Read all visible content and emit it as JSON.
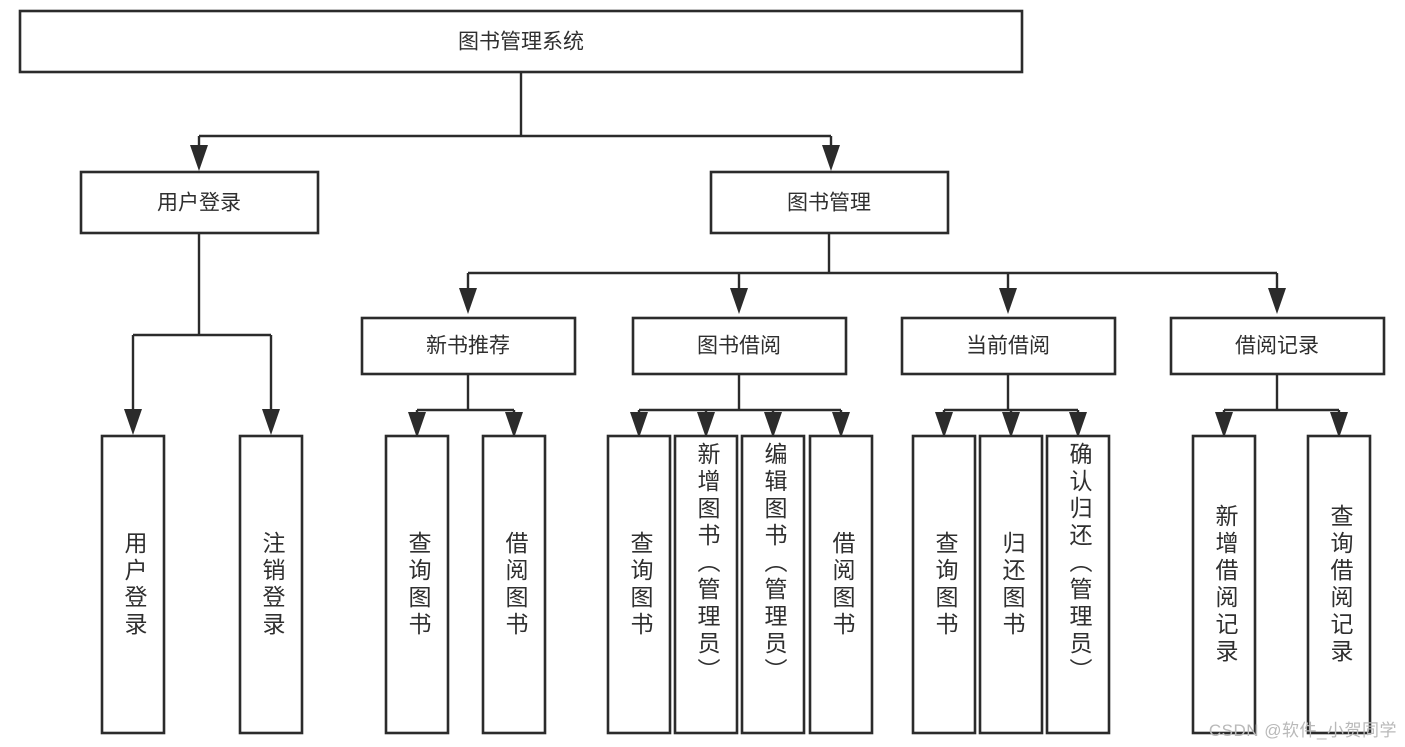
{
  "diagram": {
    "title": "图书管理系统",
    "type": "tree-hierarchy-chart",
    "colors": {
      "box_stroke": "#2b2b2b",
      "box_fill": "#ffffff",
      "line": "#2b2b2b",
      "text": "#2f2f2f",
      "watermark": "#b9b9b9",
      "background": "#ffffff"
    },
    "root": {
      "label": "图书管理系统"
    },
    "level2": [
      {
        "label": "用户登录"
      },
      {
        "label": "图书管理"
      }
    ],
    "level3": [
      {
        "label": "新书推荐"
      },
      {
        "label": "图书借阅"
      },
      {
        "label": "当前借阅"
      },
      {
        "label": "借阅记录"
      }
    ],
    "leaves": {
      "user_login": [
        {
          "label": "用户登录"
        },
        {
          "label": "注销登录"
        }
      ],
      "new_book_recommend": [
        {
          "label": "查询图书"
        },
        {
          "label": "借阅图书"
        }
      ],
      "book_borrow": [
        {
          "label": "查询图书"
        },
        {
          "label": "新增图书（管理员）"
        },
        {
          "label": "编辑图书（管理员）"
        },
        {
          "label": "借阅图书"
        }
      ],
      "current_borrow": [
        {
          "label": "查询图书"
        },
        {
          "label": "归还图书"
        },
        {
          "label": "确认归还（管理员）"
        }
      ],
      "borrow_records": [
        {
          "label": "新增借阅记录"
        },
        {
          "label": "查询借阅记录"
        }
      ]
    },
    "watermark": "CSDN @软件_小贺同学"
  }
}
